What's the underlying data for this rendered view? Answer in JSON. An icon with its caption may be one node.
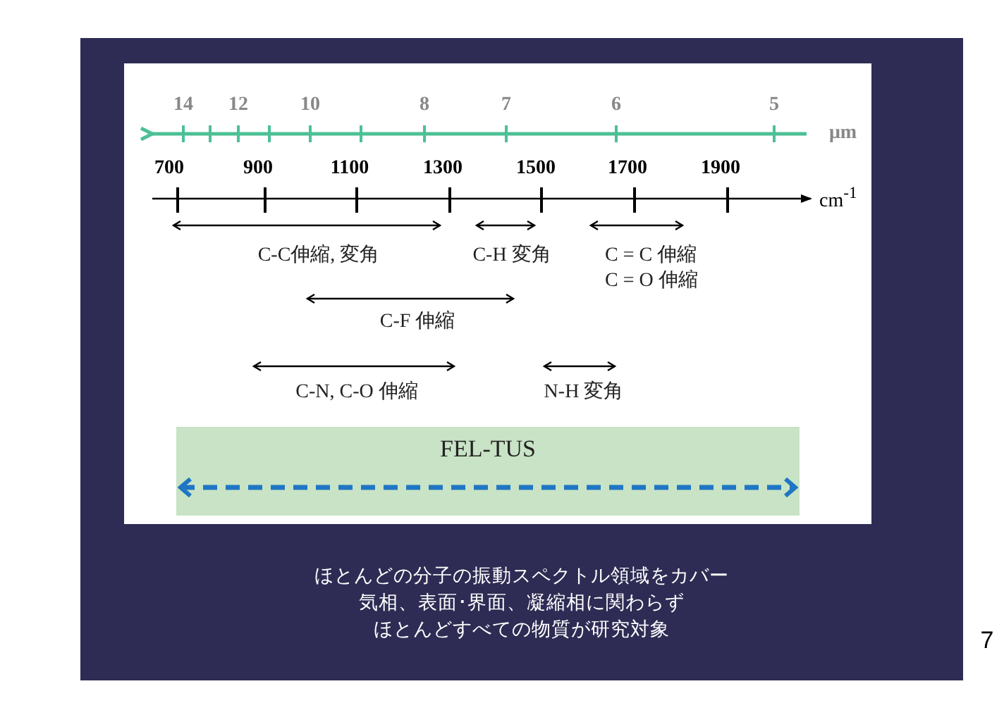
{
  "diagram": {
    "nodes": [
      {
        "text": [
          "ほとんどの分子の振動スペクトル領域をカバー",
          "気相、表面･界面、凝縮相に関わらず",
          "ほとんどすべての物質が研究対象"
        ]
      },
      {
        "text": [
          "FEL-TUS"
        ],
        "in": 0
      }
    ],
    "labels": [
      "14",
      "12",
      "10",
      "8",
      "7",
      "6",
      "5",
      "μm",
      "700",
      "900",
      "1100",
      "1300",
      "1500",
      "1700",
      "1900",
      "cm$^{-1}$",
      "C-C伸縮, 変角",
      "C-H 変角",
      "C = C 伸縮",
      "C = O 伸縮",
      "C-F 伸縮",
      "C-N, C-O 伸縮",
      "N-H 変角",
      "7"
    ]
  }
}
